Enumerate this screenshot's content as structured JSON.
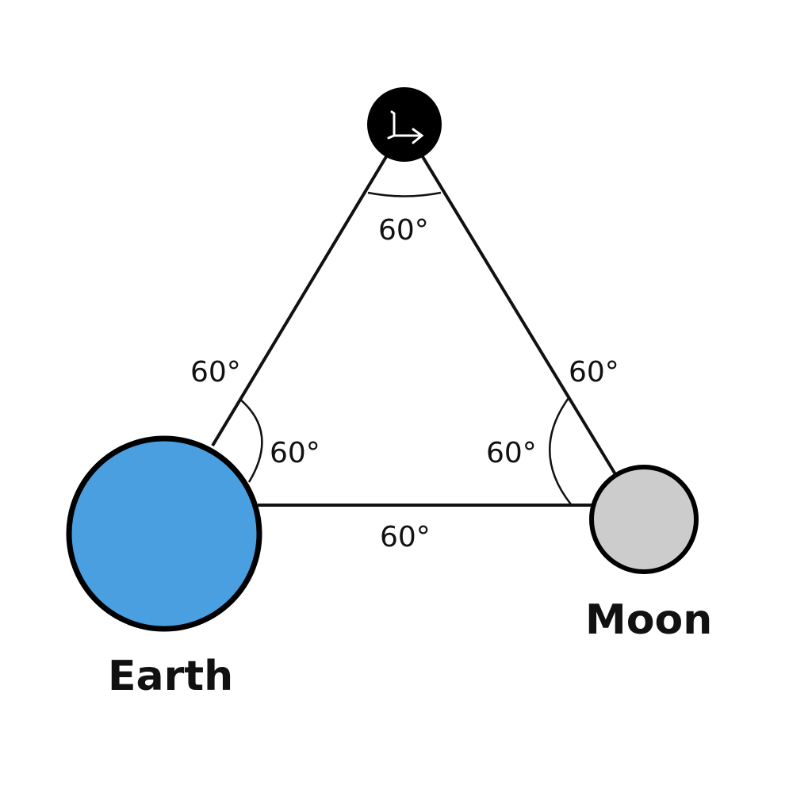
{
  "diagram": {
    "bodies": {
      "earth": {
        "label": "Earth",
        "color": "#4A9FE0"
      },
      "moon": {
        "label": "Moon",
        "color": "#CCCCCC"
      },
      "lagrange_point": {
        "icon": "L-arrow-icon",
        "color": "#000000"
      }
    },
    "angles": {
      "top": "60°",
      "left_side": "60°",
      "left_inner": "60°",
      "right_side": "60°",
      "right_inner": "60°",
      "bottom": "60°"
    }
  }
}
